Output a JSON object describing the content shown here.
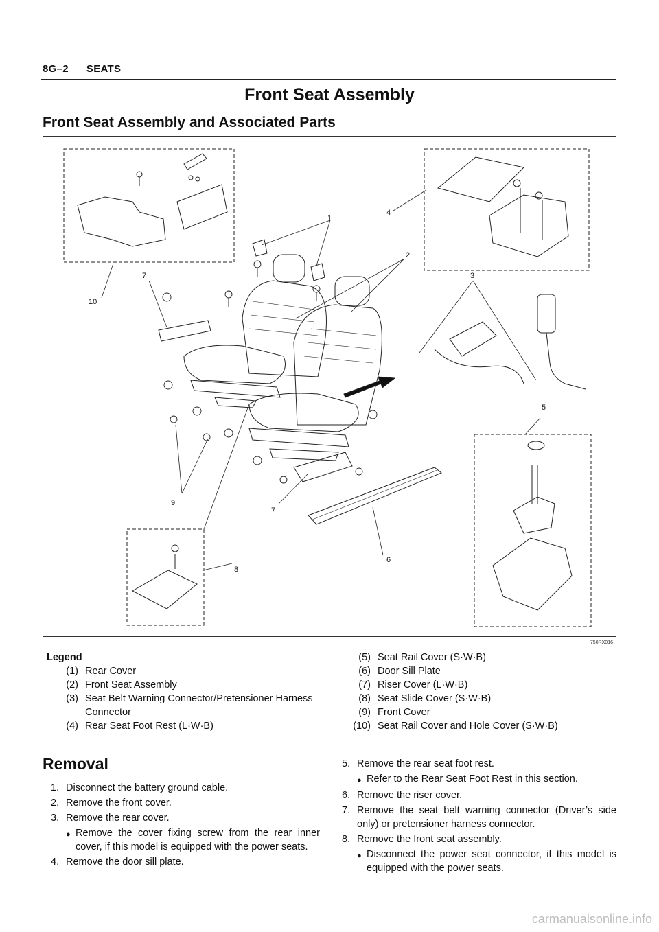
{
  "header": {
    "page_id": "8G–2",
    "section": "SEATS"
  },
  "title": "Front Seat Assembly",
  "subtitle": "Front Seat Assembly and Associated Parts",
  "figure": {
    "code": "750RX016",
    "callouts": [
      "1",
      "2",
      "3",
      "4",
      "5",
      "6",
      "7",
      "7",
      "8",
      "9",
      "10"
    ]
  },
  "legend": {
    "title": "Legend",
    "items": [
      {
        "num": "(1)",
        "text": "Rear Cover"
      },
      {
        "num": "(2)",
        "text": "Front Seat Assembly"
      },
      {
        "num": "(3)",
        "text": "Seat Belt Warning Connector/Pretensioner Harness Connector"
      },
      {
        "num": "(4)",
        "text": "Rear Seat Foot Rest (L·W·B)"
      },
      {
        "num": "(5)",
        "text": "Seat Rail Cover (S·W·B)"
      },
      {
        "num": "(6)",
        "text": "Door Sill Plate"
      },
      {
        "num": "(7)",
        "text": "Riser Cover (L·W·B)"
      },
      {
        "num": "(8)",
        "text": "Seat Slide Cover (S·W·B)"
      },
      {
        "num": "(9)",
        "text": "Front Cover"
      },
      {
        "num": "(10)",
        "text": "Seat Rail Cover and Hole Cover (S·W·B)"
      }
    ]
  },
  "removal": {
    "heading": "Removal",
    "steps": [
      {
        "n": "1.",
        "text": "Disconnect the battery ground cable."
      },
      {
        "n": "2.",
        "text": "Remove the front cover."
      },
      {
        "n": "3.",
        "text": "Remove the rear cover."
      },
      {
        "bullet": "Remove the cover fixing screw from the rear inner cover, if this model is equipped with the power seats."
      },
      {
        "n": "4.",
        "text": "Remove the door sill plate."
      },
      {
        "n": "5.",
        "text": "Remove the rear seat foot rest."
      },
      {
        "bullet": "Refer to the Rear Seat Foot Rest in this section."
      },
      {
        "n": "6.",
        "text": "Remove the riser cover."
      },
      {
        "n": "7.",
        "text": "Remove the seat belt warning connector (Driver’s side only) or pretensioner harness connector."
      },
      {
        "n": "8.",
        "text": "Remove the front seat assembly."
      },
      {
        "bullet": "Disconnect the power seat connector, if this model is equipped with the power seats."
      }
    ]
  },
  "watermark": "carmanualsonline.info"
}
